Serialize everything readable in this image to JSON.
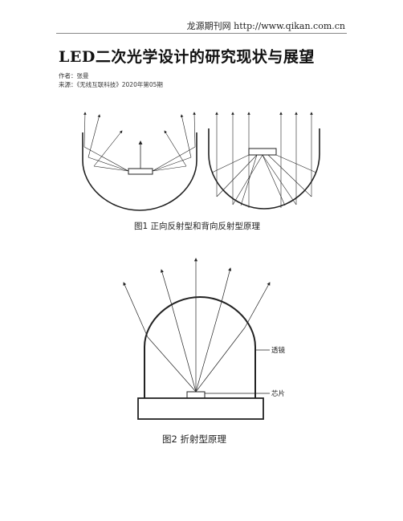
{
  "header": {
    "site": "龙源期刊网 http://www.qikan.com.cn"
  },
  "article": {
    "title": "LED二次光学设计的研究现状与展望",
    "author_line": "作者：张曼",
    "source_line": "来源：《无线互联科技》2020年第05期"
  },
  "figures": {
    "fig1": {
      "caption": "图1  正向反射型和背向反射型原理"
    },
    "fig2": {
      "caption": "图2  折射型原理",
      "label_lens": "透镜",
      "label_chip": "芯片"
    }
  }
}
